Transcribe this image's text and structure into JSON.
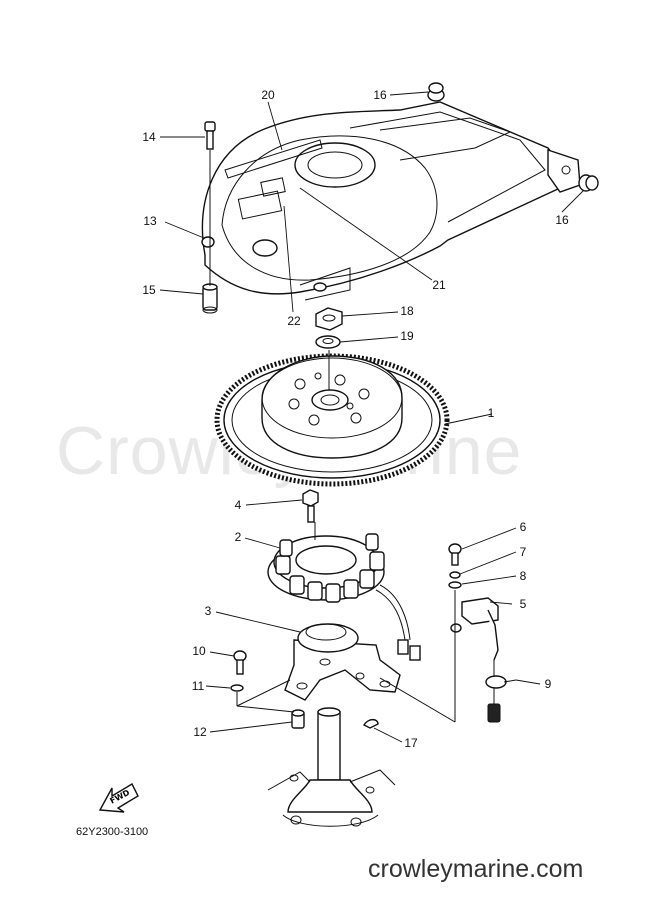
{
  "diagram": {
    "watermark": "CrowleyMarine",
    "website": "crowleymarine.com",
    "part_code": "62Y2300-3100",
    "fwd_label": "FWD",
    "callouts": [
      {
        "id": "c1",
        "text": "1"
      },
      {
        "id": "c2",
        "text": "2"
      },
      {
        "id": "c3",
        "text": "3"
      },
      {
        "id": "c4",
        "text": "4"
      },
      {
        "id": "c5",
        "text": "5"
      },
      {
        "id": "c6",
        "text": "6"
      },
      {
        "id": "c7",
        "text": "7"
      },
      {
        "id": "c8",
        "text": "8"
      },
      {
        "id": "c9",
        "text": "9"
      },
      {
        "id": "c10",
        "text": "10"
      },
      {
        "id": "c11",
        "text": "11"
      },
      {
        "id": "c12",
        "text": "12"
      },
      {
        "id": "c13",
        "text": "13"
      },
      {
        "id": "c14",
        "text": "14"
      },
      {
        "id": "c15",
        "text": "15"
      },
      {
        "id": "c16a",
        "text": "16"
      },
      {
        "id": "c16b",
        "text": "16"
      },
      {
        "id": "c17",
        "text": "17"
      },
      {
        "id": "c18",
        "text": "18"
      },
      {
        "id": "c19",
        "text": "19"
      },
      {
        "id": "c20",
        "text": "20"
      },
      {
        "id": "c21",
        "text": "21"
      },
      {
        "id": "c22",
        "text": "22"
      }
    ]
  }
}
